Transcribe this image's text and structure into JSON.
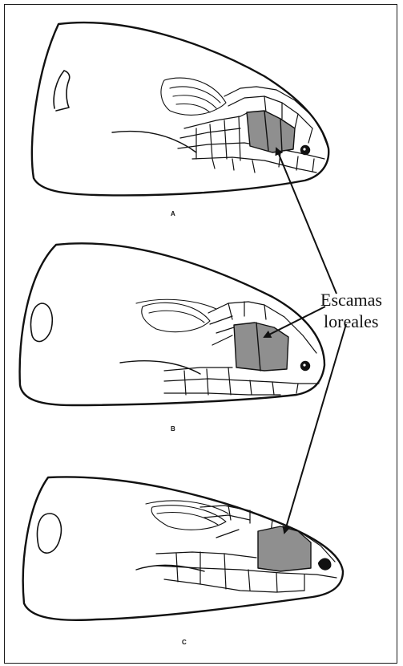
{
  "figure": {
    "labels": {
      "a": "A",
      "b": "B",
      "c": "C"
    },
    "callout": {
      "line1": "Escamas",
      "line2": "loreales"
    },
    "colors": {
      "loreal_fill": "#8f8f8f",
      "outline": "#111111",
      "background": "#ffffff"
    }
  }
}
